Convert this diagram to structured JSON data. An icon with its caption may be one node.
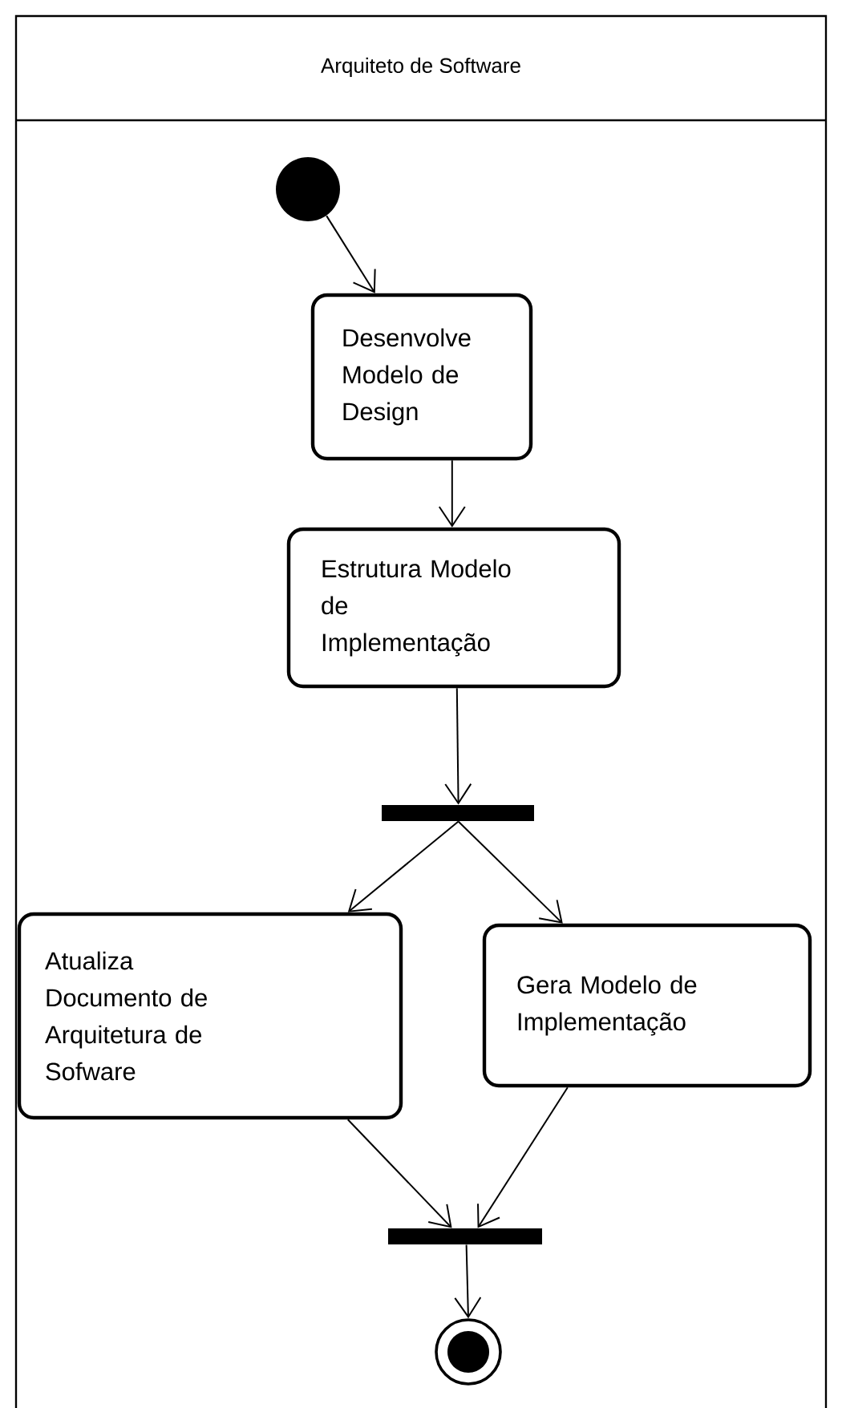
{
  "diagram": {
    "nodes": [
      {
        "text": [
          "Arquiteto de Software"
        ]
      },
      {
        "text": [],
        "shape": "circle",
        "in": 0
      },
      {
        "text": [
          "Desenvolve Modelo de Design"
        ],
        "in": 0
      },
      {
        "text": [
          "Estrutura Modelo de Implementação"
        ],
        "in": 0
      },
      {
        "text": [],
        "shape": "bar",
        "in": 0
      },
      {
        "text": [
          "Atualiza Documento de Arquitetura de Sofware"
        ],
        "in": 0
      },
      {
        "text": [
          "Gera Modelo de Implementação"
        ],
        "in": 0
      },
      {
        "text": [],
        "shape": "bar",
        "in": 0
      },
      {
        "text": [],
        "shape": "bullseye",
        "in": 0
      }
    ],
    "edges": [
      {
        "from": 1,
        "to": 2,
        "arrow": "to"
      },
      {
        "from": 2,
        "to": 3,
        "arrow": "to"
      },
      {
        "from": 3,
        "to": 4,
        "arrow": "to"
      },
      {
        "from": 4,
        "to": 5,
        "arrow": "to"
      },
      {
        "from": 4,
        "to": 6,
        "arrow": "to"
      },
      {
        "from": 5,
        "to": 7,
        "arrow": "to"
      },
      {
        "from": 6,
        "to": 7,
        "arrow": "to"
      },
      {
        "from": 7,
        "to": 8,
        "arrow": "to"
      }
    ]
  }
}
